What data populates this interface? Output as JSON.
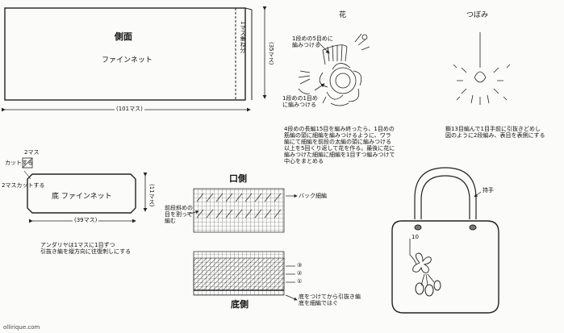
{
  "side_panel": {
    "title": "側面",
    "subtitle": "ファインネット",
    "fold_label": "1マス重ね分",
    "height_label": "(35マス)",
    "width_label": "(101マス)"
  },
  "bottom_panel": {
    "corner_top": "2マス",
    "corner_cut": "カットする",
    "side_cut": "2マスカットする",
    "title": "底 ファインネット",
    "height_label": "(11マス)",
    "width_label": "(39マス)",
    "note_lines": [
      "アンダリヤは1マスに1目ずつ",
      "引抜き編を縦方向に往復刺しにする"
    ]
  },
  "flower": {
    "title": "花",
    "note_top": [
      "1段めの5目めに",
      "編みつける"
    ],
    "note_bottom": [
      "1段めの1目め",
      "に編みつける"
    ],
    "description": [
      "4段めの長編15目を編み終ったら、1目めの",
      "筋編の頭に細編を編みつけるように、ワラ",
      "編にて細編を前段の太編の頭に編みつける",
      "以上を5回くり返して花を作る。最後に花に",
      "編みつけた細編に細編を1目すつ編みつけて",
      "中心をまとめる"
    ]
  },
  "bud": {
    "title": "つぼみ",
    "description": [
      "鎖13目編んで1目手前に引抜きどめし",
      "図のように2段編み、表目を表側にする"
    ]
  },
  "mouth": {
    "title": "口側",
    "back_stitch": "バック細編",
    "left_note": [
      "前段斜めの",
      "目を割って",
      "編む"
    ]
  },
  "base_edge": {
    "title": "底側",
    "rows": [
      "③",
      "②",
      "①"
    ],
    "note": [
      "底をつけてから引抜き編",
      "底を細編ではぐ"
    ]
  },
  "bag": {
    "handle_label": "持手",
    "size_mark": "10"
  },
  "watermark": "ollirique.com"
}
